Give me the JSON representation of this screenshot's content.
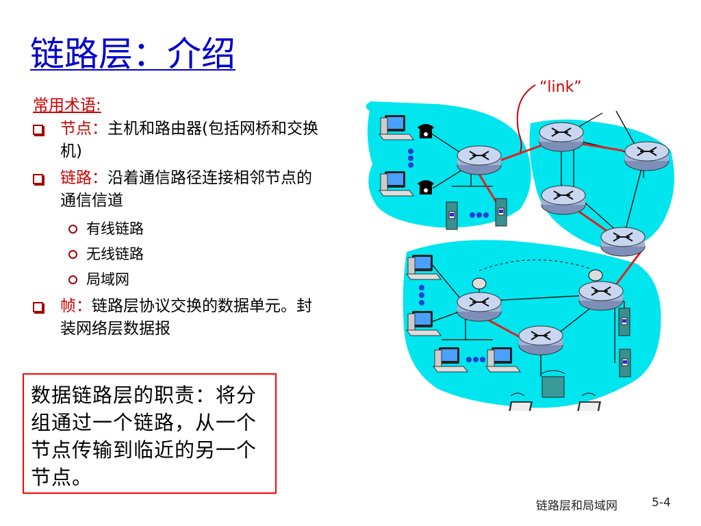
{
  "slide": {
    "title": "链路层：介绍",
    "terms_heading": "常用术语:",
    "bullets": [
      {
        "keyword": "节点：",
        "text": "主机和路由器(包括网桥和交换机)"
      },
      {
        "keyword": "链路：",
        "text": "沿着通信路径连接相邻节点的通信信道"
      },
      {
        "keyword": "帧：",
        "text": "链路层协议交换的数据单元。封装网络层数据报"
      }
    ],
    "sub_items": [
      "有线链路",
      "无线链路",
      "局域网"
    ],
    "duty_box": "数据链路层的职责：将分组通过一个链路，从一个节点传输到临近的另一个节点。",
    "footer_title": "链路层和局域网",
    "page_number": "5-4"
  },
  "diagram": {
    "link_label": "“link”",
    "colors": {
      "network_cloud": "#00e5ee",
      "highlight_link": "#e02020",
      "router": "#a0b4d8",
      "server": "#3a9090",
      "label": "#cc0000"
    }
  }
}
